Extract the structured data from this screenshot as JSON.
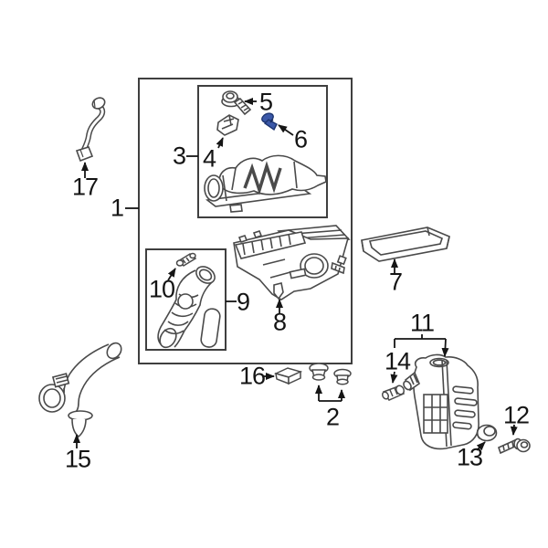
{
  "diagram": {
    "type": "exploded-parts-diagram",
    "callouts": {
      "c1": "1",
      "c2": "2",
      "c3": "3",
      "c4": "4",
      "c5": "5",
      "c6": "6",
      "c7": "7",
      "c8": "8",
      "c9": "9",
      "c10": "10",
      "c11": "11",
      "c12": "12",
      "c13": "13",
      "c14": "14",
      "c15": "15",
      "c16": "16",
      "c17": "17"
    },
    "highlight": {
      "callout": "6",
      "color": "#3b58a8",
      "outline": "#1d3570"
    },
    "colors": {
      "line": "#4a4a4a",
      "leader": "#151515",
      "box_border": "#3f3f3f",
      "background": "#ffffff",
      "label": "#141414"
    }
  }
}
